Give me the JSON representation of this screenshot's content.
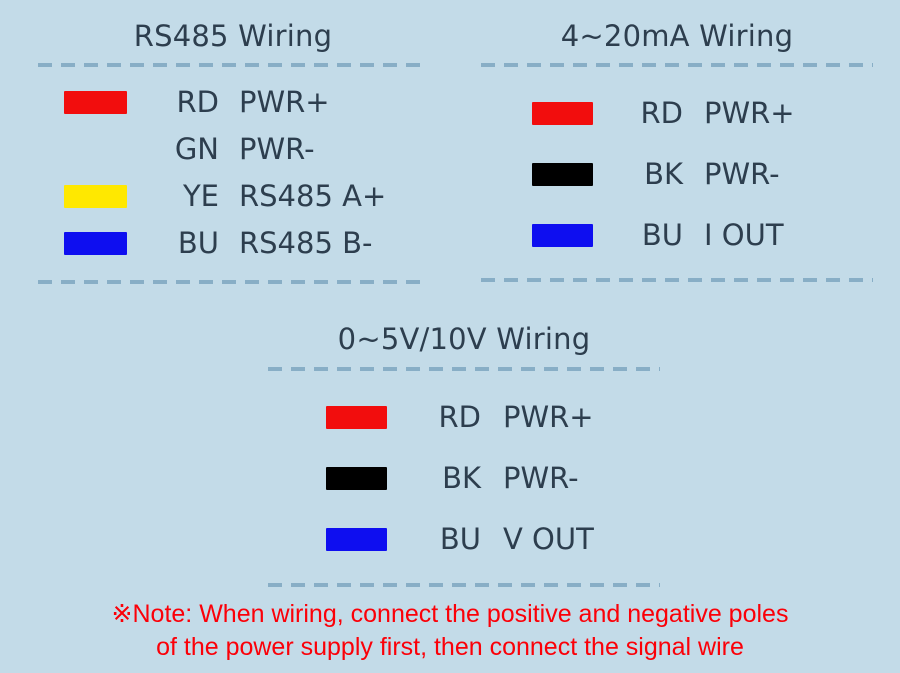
{
  "page": {
    "background_color": "#c3dbe8",
    "text_color": "#2d3e4e",
    "divider_color": "#88aec6"
  },
  "panels": [
    {
      "id": "rs485",
      "title": "RS485 Wiring",
      "rows": [
        {
          "color": "#f20d0d",
          "color_name": "red-swatch",
          "code": "RD",
          "function": "PWR+"
        },
        {
          "color": "#0ec githubfff",
          "color_name": "green-swatch",
          "code": "GN",
          "function": "PWR-"
        },
        {
          "color": "#ffe800",
          "color_name": "yellow-swatch",
          "code": "YE",
          "function": "RS485 A+"
        },
        {
          "color": "#0e0ef0",
          "color_name": "blue-swatch",
          "code": "BU",
          "function": "RS485 B-"
        }
      ]
    },
    {
      "id": "420ma",
      "title": "4~20mA Wiring",
      "rows": [
        {
          "color": "#f20d0d",
          "color_name": "red-swatch",
          "code": "RD",
          "function": "PWR+"
        },
        {
          "color": "#000000",
          "color_name": "black-swatch",
          "code": "BK",
          "function": "PWR-"
        },
        {
          "color": "#0e0ef0",
          "color_name": "blue-swatch",
          "code": "BU",
          "function": "I OUT"
        }
      ]
    },
    {
      "id": "0510v",
      "title": "0~5V/10V Wiring",
      "rows": [
        {
          "color": "#f20d0d",
          "color_name": "red-swatch",
          "code": "RD",
          "function": "PWR+"
        },
        {
          "color": "#000000",
          "color_name": "black-swatch",
          "code": "BK",
          "function": "PWR-"
        },
        {
          "color": "#0e0ef0",
          "color_name": "blue-swatch",
          "code": "BU",
          "function": "V OUT"
        }
      ]
    }
  ],
  "note": {
    "color": "#fb0008",
    "line1": "※Note: When wiring, connect the positive and negative poles",
    "line2": "of the power supply first, then connect the signal wire"
  }
}
